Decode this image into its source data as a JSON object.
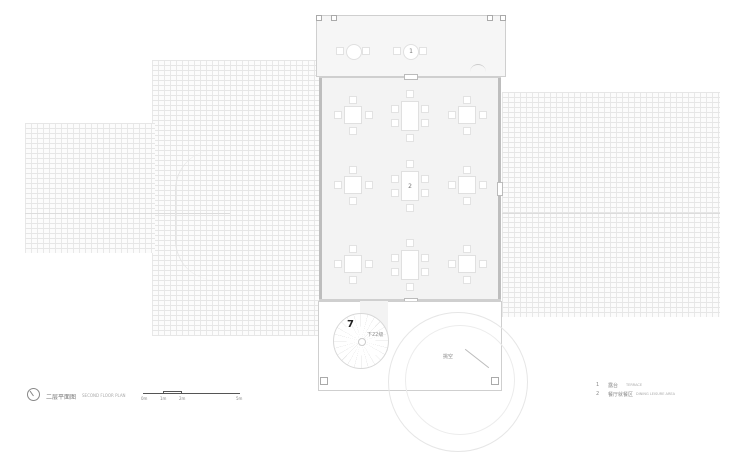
{
  "drawing": {
    "title_cn": "二层平面图",
    "title_en": "SECOND FLOOR PLAN",
    "north_icon": "compass-icon",
    "scale_bar": {
      "ticks": [
        "0m",
        "1m",
        "2m",
        "5m"
      ]
    }
  },
  "room_tags": {
    "terrace": "1",
    "dining": "2",
    "stair_label": "下22级",
    "stair_number": "7",
    "void_label": "挑空"
  },
  "legend": [
    {
      "num": "1",
      "cn": "露台",
      "en": "TERRACE"
    },
    {
      "num": "2",
      "cn": "餐厅就餐区",
      "en": "DINING LEISURE AREA"
    }
  ],
  "colors": {
    "wall": "#bdbdbd",
    "floor": "#f3f3f3",
    "roof_line": "#e6e6e6",
    "text": "#8a8a8a"
  }
}
